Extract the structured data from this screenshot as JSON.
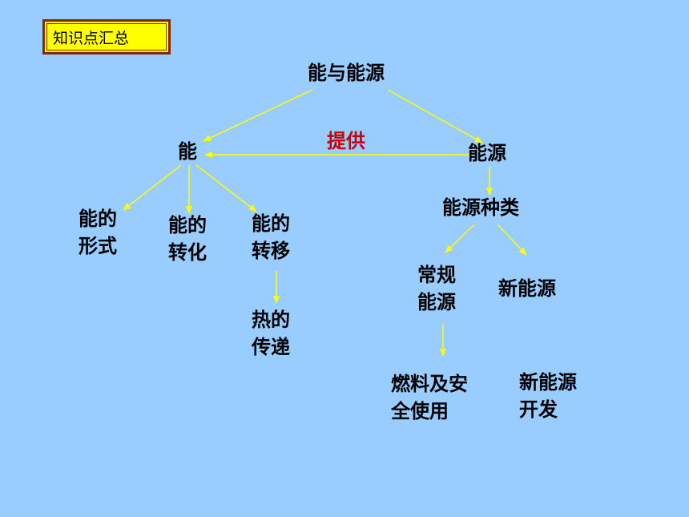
{
  "header": {
    "title": "知识点汇总"
  },
  "diagram": {
    "arrow_color": "#ffff00",
    "highlight_color": "#cc0000",
    "nodes": {
      "root": "能与能源",
      "energy": "能",
      "energy_source": "能源",
      "provide": "提供",
      "forms": "能的\n形式",
      "conversion": "能的\n转化",
      "transfer": "能的\n转移",
      "heat_transfer": "热的\n传递",
      "source_types": "能源种类",
      "conventional": "常规\n能源",
      "new_source": "新能源",
      "safe_use": " 燃料及安\n全使用",
      "new_dev": "新能源\n开发"
    }
  }
}
